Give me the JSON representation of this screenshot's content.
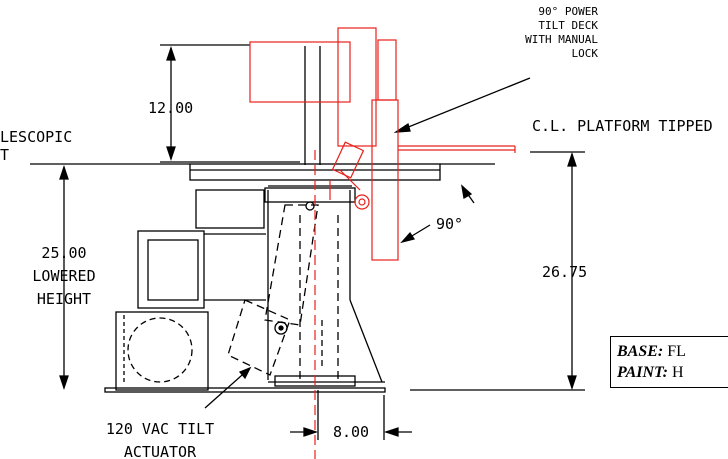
{
  "annotations": {
    "tilt_deck": [
      "90° POWER",
      "TILT DECK",
      "WITH MANUAL",
      "LOCK"
    ],
    "telescopic": [
      "LESCOPIC",
      "T"
    ],
    "platform": "C.L. PLATFORM TIPPED",
    "angle": "90°",
    "actuator": [
      "120 VAC TILT",
      "ACTUATOR"
    ],
    "lowered": [
      "25.00",
      "LOWERED",
      "HEIGHT"
    ]
  },
  "dimensions": {
    "upper": "12.00",
    "right": "26.75",
    "base_width": "8.00"
  },
  "spec_box": {
    "base_label": "BASE:",
    "base_value": "FL",
    "paint_label": "PAINT:",
    "paint_value": "H"
  },
  "colors": {
    "line": "#000000",
    "tilted_assembly": "#e8201a"
  }
}
